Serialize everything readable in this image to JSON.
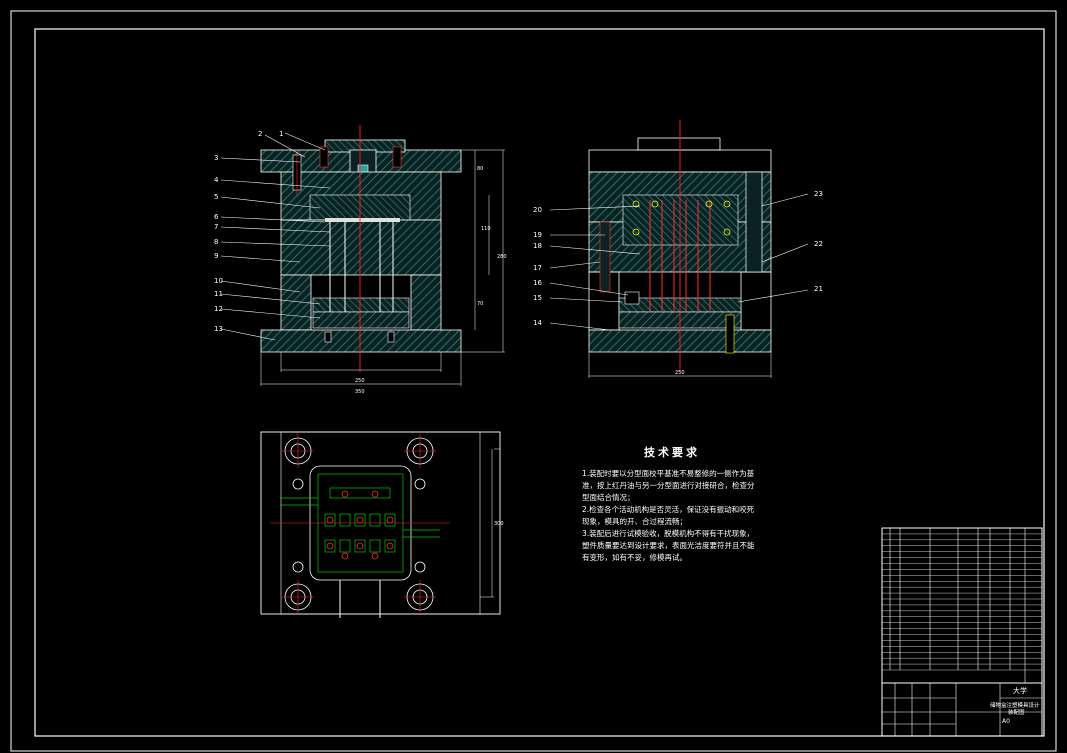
{
  "drawing": {
    "colors": {
      "background": "#000000",
      "outline": "#ffffff",
      "hatch": "#2f7f7f",
      "centerline": "#ff2020",
      "cavity": "#00c800",
      "leader": "#ffffff"
    },
    "front_view_callouts": [
      "1",
      "2",
      "3",
      "4",
      "5",
      "6",
      "7",
      "8",
      "9",
      "10",
      "11",
      "12",
      "13"
    ],
    "side_view_callouts": [
      "20",
      "19",
      "18",
      "17",
      "16",
      "15",
      "14",
      "23",
      "22",
      "21"
    ],
    "dimensions": {
      "front_bottom_inner": "250",
      "front_bottom_outer": "350",
      "side_bottom": "250",
      "front_right_top": "80",
      "front_right_mid": "110",
      "front_right_total": "280",
      "front_right_lower": "70",
      "plan_right": "300"
    }
  },
  "technical_requirements": {
    "title": "技术要求",
    "lines": [
      "1.装配时要以分型面校平基准不易整修的一侧作为基",
      "准，按上红丹油与另一分型面进行对接研合，检查分",
      "型面结合情况；",
      "2.检查各个活动机构是否灵活，保证没有振动和咬死",
      "现象，模具的开、合过程流畅；",
      "3.装配后进行试模验收，脱模机构不得有干扰现象，",
      "塑件质量要达到设计要求，表面光洁度要符并且不能",
      "有变形，如有不妥，修模再试。"
    ]
  },
  "title_block": {
    "school": "大学",
    "drawing_name": "储物盒注塑模具设计",
    "sheet_label": "装配图",
    "number": "A0",
    "row_count": 24
  }
}
